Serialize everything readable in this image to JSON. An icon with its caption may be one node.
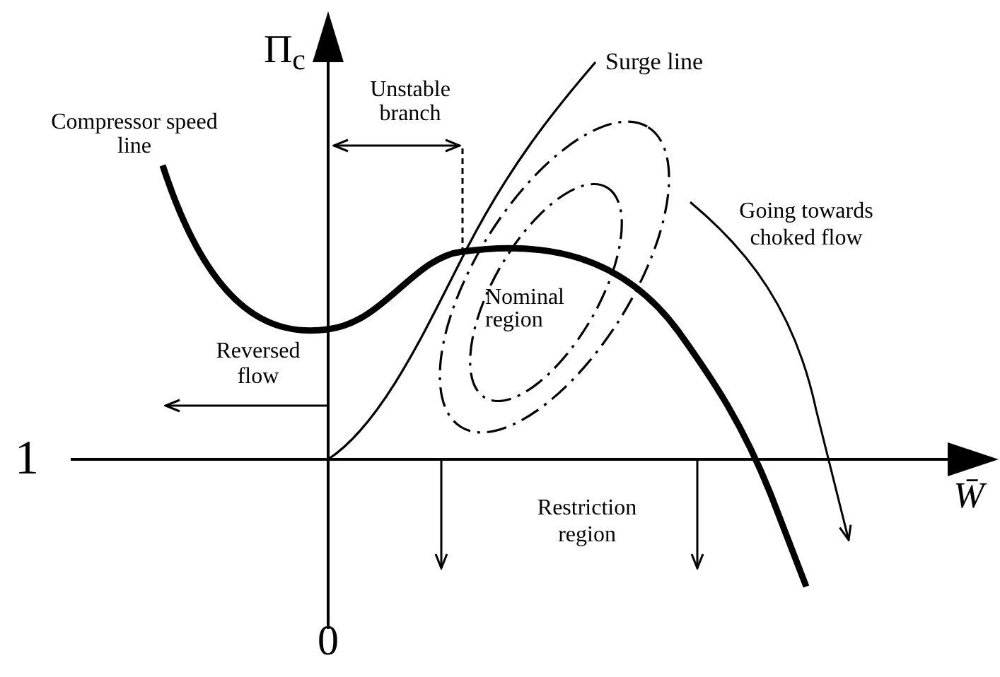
{
  "diagram": {
    "labels": [
      "Π$_{c}$",
      "Unstable branch",
      "Compressor speed line",
      "Surge line",
      "Going towards choked flow",
      "Nominal region",
      "Reversed flow",
      "1",
      "W̄",
      "Restriction region",
      "0"
    ]
  }
}
